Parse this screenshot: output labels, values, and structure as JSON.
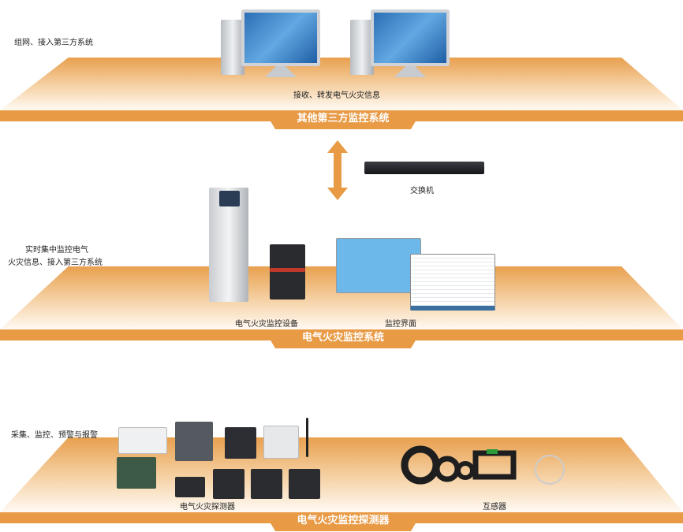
{
  "layers": [
    {
      "title": "其他第三方监控系统",
      "side_note": "组网、接入第三方系统",
      "caption": "接收、转发电气火灾信息"
    },
    {
      "title": "电气火灾监控系统",
      "side_note_line1": "实时集中监控电气",
      "side_note_line2": "火灾信息、接入第三方系统",
      "device_label": "电气火灾监控设备",
      "screen_label": "监控界面"
    },
    {
      "title": "电气火灾监控探测器",
      "side_note": "采集、监控、预警与报警",
      "detector_label": "电气火灾探测器",
      "transformer_label": "互感器"
    }
  ],
  "switch_label": "交换机",
  "colors": {
    "accent": "#e89a45"
  }
}
